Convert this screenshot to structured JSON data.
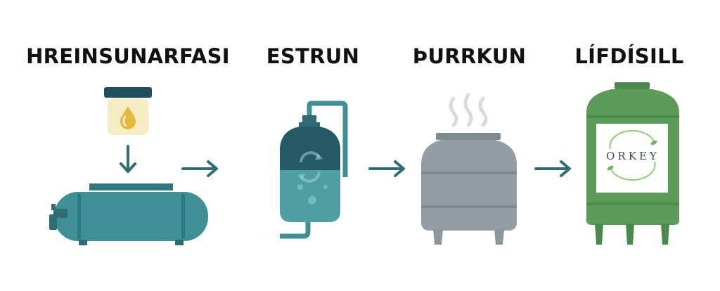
{
  "steps": [
    {
      "label": "HREINSUNARFASI",
      "icon": "jar-oil-drop-and-horizontal-tank"
    },
    {
      "label": "ESTRUN",
      "icon": "reactor-vessel"
    },
    {
      "label": "ÞURRKUN",
      "icon": "drying-tank-with-steam"
    },
    {
      "label": "LÍFDÍSILL",
      "icon": "biodiesel-storage-tank"
    }
  ],
  "logo": {
    "text": "ORKEY"
  },
  "colors": {
    "teal": "#3f8f97",
    "teal_dark": "#2e6b72",
    "arrow": "#2f6f73",
    "gray": "#939ea4",
    "green": "#5a9c58",
    "oil": "#e6b93c"
  }
}
